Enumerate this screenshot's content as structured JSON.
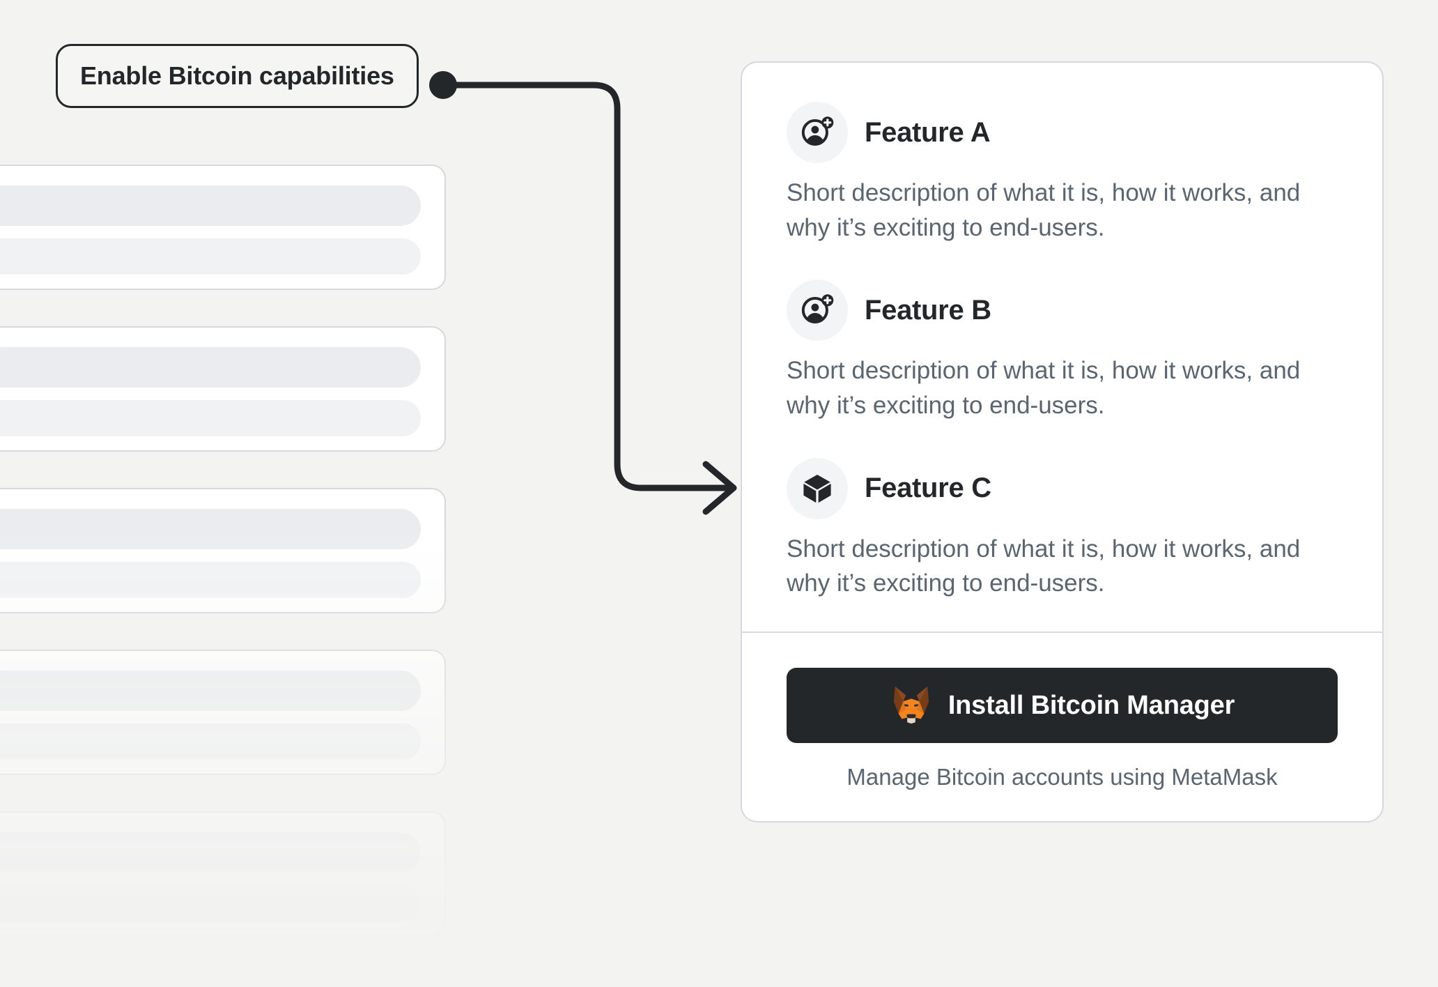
{
  "theme": {
    "background": "#f3f3f2",
    "card_background": "#ffffff",
    "card_border": "#d6d9dc",
    "text_primary": "#24272a",
    "text_secondary": "#596570",
    "button_background": "#24272a",
    "button_text": "#ffffff",
    "icon_circle_background": "#f2f4f6",
    "connector": "#24272a",
    "metamask_orange": "#e2761b",
    "metamask_orange_light": "#f5841f",
    "metamask_brown": "#8c4a22",
    "metamask_cream": "#e4d7cd"
  },
  "annotation": {
    "label": "Enable Bitcoin capabilities",
    "connector_name": "connector-arrow"
  },
  "card": {
    "features": [
      {
        "icon": "person-add-icon",
        "title": "Feature A",
        "description": "Short description of what it is, how it works, and why it’s exciting to end-users."
      },
      {
        "icon": "person-add-icon",
        "title": "Feature B",
        "description": "Short description of what it is, how it works, and why it’s exciting to end-users."
      },
      {
        "icon": "cube-icon",
        "title": "Feature C",
        "description": "Short description of what it is, how it works, and why it’s exciting to end-users."
      }
    ],
    "footer": {
      "button_icon": "metamask-fox-icon",
      "button_label": "Install Bitcoin Manager",
      "caption": "Manage Bitcoin accounts using MetaMask"
    }
  },
  "background_skeleton": {
    "card_count": 5,
    "bars_per_card": 2
  }
}
